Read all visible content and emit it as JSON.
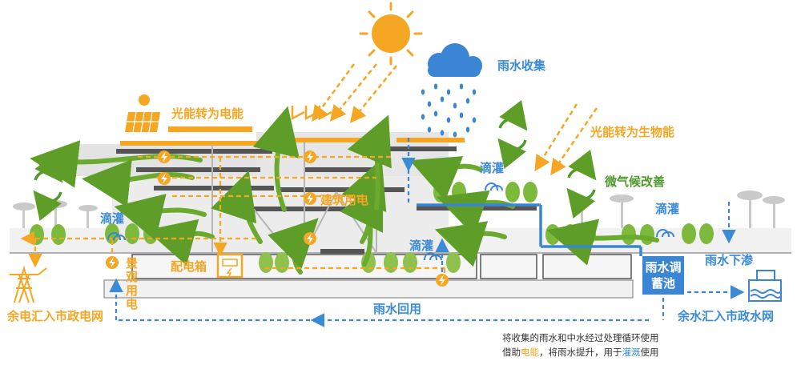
{
  "labels": {
    "solar_to_electric": "光能转为电能",
    "rain_collection": "雨水收集",
    "solar_to_bio": "光能转为生物能",
    "microclimate": "微气候改善",
    "drip_1": "滴灌",
    "drip_2": "滴灌",
    "drip_3": "滴灌",
    "drip_4": "滴灌",
    "building_power": "建筑用电",
    "power_box": "配电箱",
    "landscape_power": "景观用电",
    "grid_out": "余电汇入市政电网",
    "rain_reuse": "雨水回用",
    "rain_infiltrate": "雨水下渗",
    "storage_pool": "雨水调蓄池",
    "water_out": "余水汇入市政水网"
  },
  "note": {
    "line1": "将收集的雨水和中水经过处理循环使用",
    "line2_a": "借助",
    "line2_b": "电能",
    "line2_c": "，将雨水提升，用于",
    "line2_d": "灌溉",
    "line2_e": "使用"
  },
  "colors": {
    "orange": "#f5a623",
    "blue": "#3a8ad6",
    "green": "#4e9a2a",
    "leaf": "#6aaa2e",
    "slab": "#555555"
  },
  "icons": [
    "sun-icon",
    "cloud-icon",
    "solar-panel-icon",
    "lightning-icon",
    "recycle-icon",
    "power-tower-icon",
    "water-plant-icon",
    "tree-icon",
    "palm-icon"
  ]
}
